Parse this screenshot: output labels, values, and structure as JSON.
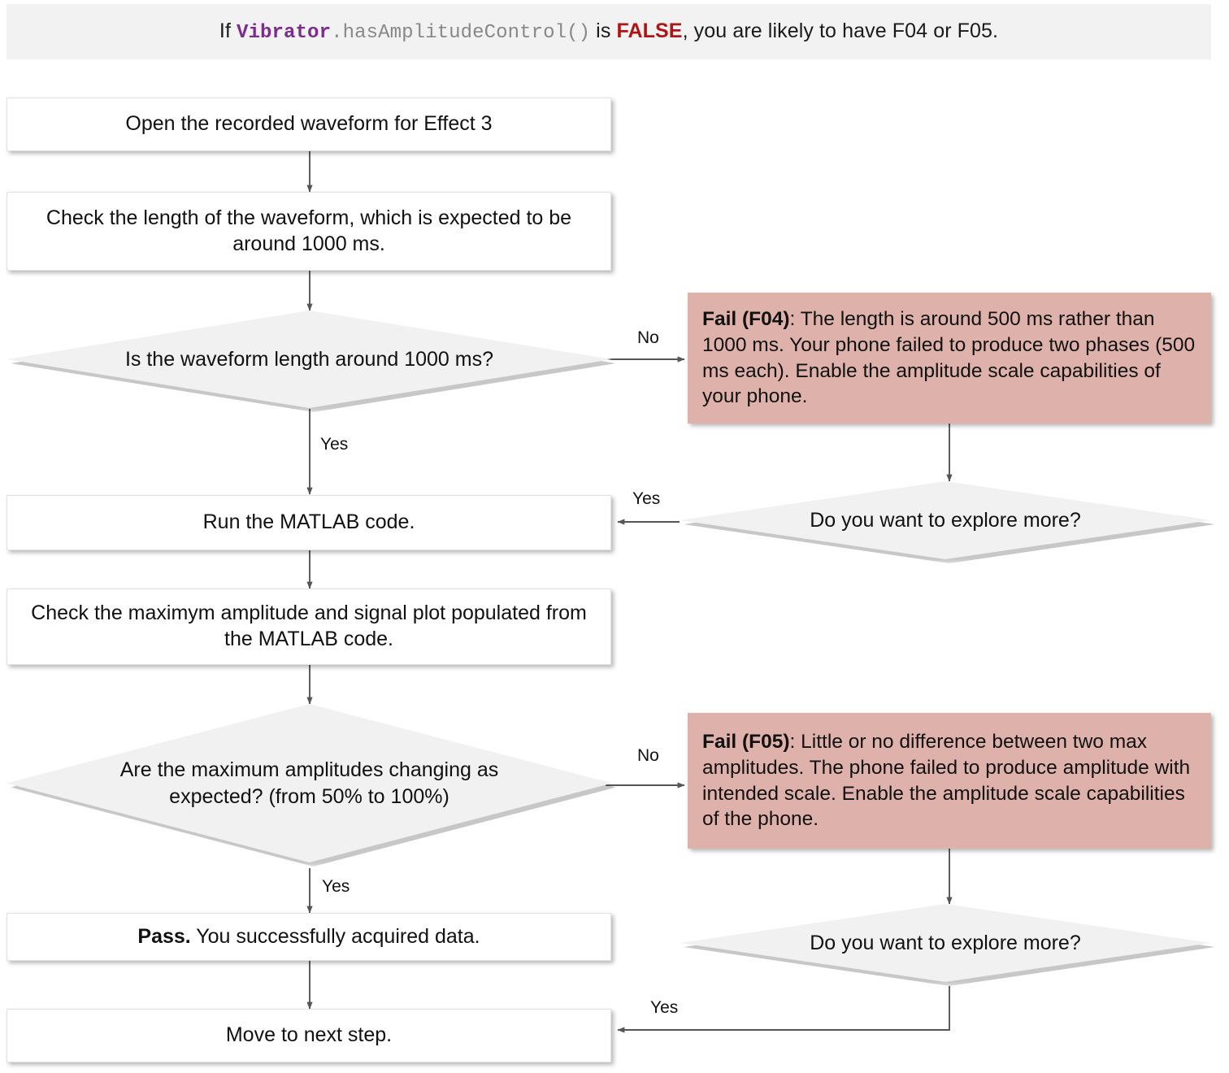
{
  "header": {
    "prefix": "If ",
    "class_name": "Vibrator",
    "method": ".hasAmplitudeControl()",
    "middle": " is ",
    "value": "FALSE",
    "suffix": ", you are likely to have F04 or F05."
  },
  "nodes": {
    "open_waveform": "Open the recorded waveform for Effect 3",
    "check_length": "Check the length of the waveform, which is expected to be around 1000 ms.",
    "decision_length": "Is the waveform length around 1000 ms?",
    "fail_f04_label": "Fail (F04)",
    "fail_f04_text": ": The length is around 500 ms rather than 1000 ms. Your phone failed to produce two phases (500 ms each). Enable the amplitude scale capabilities of your phone.",
    "explore_more_1": "Do you want to explore more?",
    "run_matlab": "Run the MATLAB code.",
    "check_amplitude": "Check the maximym amplitude and signal plot populated from the MATLAB code.",
    "decision_amplitude": "Are the maximum amplitudes changing as expected? (from 50% to 100%)",
    "fail_f05_label": "Fail (F05)",
    "fail_f05_text": ": Little or no difference between two max amplitudes. The phone failed to produce amplitude with intended scale. Enable the amplitude scale capabilities of the phone.",
    "explore_more_2": "Do you want to explore more?",
    "pass_label": "Pass.",
    "pass_text": " You successfully acquired data.",
    "move_next": "Move to next step."
  },
  "edges": {
    "no_1": "No",
    "yes_1": "Yes",
    "yes_back_1": "Yes",
    "no_2": "No",
    "yes_2": "Yes",
    "yes_back_2": "Yes"
  },
  "colors": {
    "banner_bg": "#f2f2f2",
    "process_bg": "#ffffff",
    "decision_bg": "#f1f1f1",
    "fail_bg": "#deb2aa",
    "class_name_color": "#7b2d8e",
    "method_color": "#888888",
    "false_color": "#b01515",
    "connector": "#555555",
    "text": "#111111"
  }
}
